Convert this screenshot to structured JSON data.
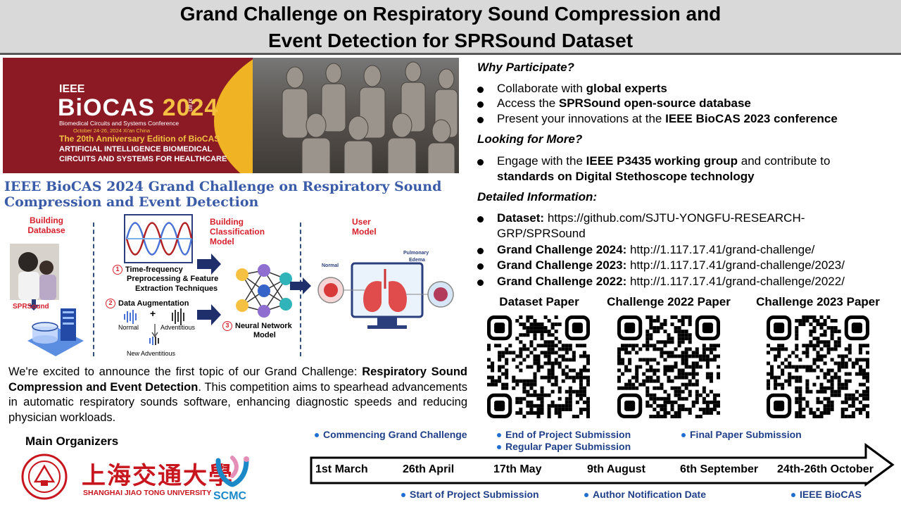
{
  "header": {
    "line1": "Grand Challenge on Respiratory Sound Compression and",
    "line2": "Event Detection for SPRSound Dataset"
  },
  "banner": {
    "ieee": "IEEE",
    "biocas": "BiOCAS",
    "year": "2024",
    "xian": "xi'an",
    "conference": "Biomedical Circuits and Systems Conference",
    "dates": "October 24-26, 2024   Xi'an China",
    "anniversary": "The 20th Anniversary Edition of BioCAS",
    "theme_line1": "ARTIFICIAL INTELLIGENCE BIOMEDICAL",
    "theme_line2": "CIRCUITS AND SYSTEMS FOR HEALTHCARE"
  },
  "figure": {
    "title_line1": "IEEE BioCAS 2024 Grand Challenge on Respiratory Sound",
    "title_line2": "Compression and Event Detection",
    "building_database": "Building\nDatabase",
    "sprsound": "SPRSound",
    "step1_line1": "Time-frequency",
    "step1_line2": "Preprocessing & Feature",
    "step1_line3": "Extraction Techniques",
    "step2": "Data Augmentation",
    "normal": "Normal",
    "adventitious": "Adventitious",
    "new_adventitious": "New Adventitious",
    "building_classification": "Building\nClassification\nModel",
    "step3_line1": "Neural Network",
    "step3_line2": "Model",
    "user_model": "User\nModel",
    "lung_normal": "Normal",
    "lung_pulmonary": "Pulmonary",
    "lung_edema": "Edema",
    "n1": "1",
    "n2": "2",
    "n3": "3",
    "plus": "+"
  },
  "announcement": {
    "part1": "We're excited to announce the first topic of our Grand Challenge: ",
    "bold": "Respiratory Sound Compression and Event Detection",
    "part2": ". This competition aims to spearhead advancements in automatic respiratory sounds software, enhancing diagnostic speeds and reducing physician workloads."
  },
  "organizers": {
    "heading": "Main Organizers",
    "sjtu_cn": "上海交通大學",
    "sjtu_en": "SHANGHAI JIAO TONG UNIVERSITY",
    "scmc": "SCMC"
  },
  "why": {
    "heading": "Why Participate?",
    "items": [
      {
        "pre": "Collaborate with ",
        "bold": "global experts",
        "post": ""
      },
      {
        "pre": "Access the ",
        "bold": "SPRSound open-source database",
        "post": ""
      },
      {
        "pre": "Present your innovations at the ",
        "bold": "IEEE BioCAS 2023 conference",
        "post": ""
      }
    ]
  },
  "more": {
    "heading": "Looking for More?",
    "pre": "Engage with the ",
    "bold1": "IEEE P3435 working group",
    "mid": " and contribute to",
    "bold2": "standards on Digital Stethoscope technology"
  },
  "details": {
    "heading": "Detailed Information:",
    "items": [
      {
        "label": "Dataset:",
        "url": " https://github.com/SJTU-YONGFU-RESEARCH-",
        "url2": "GRP/SPRSound"
      },
      {
        "label": "Grand Challenge 2024:",
        "url": " http://1.117.17.41/grand-challenge/"
      },
      {
        "label": "Grand Challenge 2023:",
        "url": " http://1.117.17.41/grand-challenge/2023/"
      },
      {
        "label": "Grand Challenge 2022:",
        "url": " http://1.117.17.41/grand-challenge/2022/"
      }
    ]
  },
  "qr": {
    "labels": [
      "Dataset Paper",
      "Challenge 2022 Paper",
      "Challenge 2023 Paper"
    ]
  },
  "timeline": {
    "top": [
      "Commencing Grand Challenge",
      "End of Project Submission",
      "Regular Paper Submission",
      "Final Paper Submission"
    ],
    "dates": [
      "1st March",
      "26th April",
      "17th May",
      "9th August",
      "6th September",
      "24th-26th October"
    ],
    "bottom": [
      "Start of Project Submission",
      "Author Notification Date",
      "IEEE BioCAS"
    ]
  },
  "colors": {
    "banner_red": "#8b1a24",
    "banner_gold": "#f0b323",
    "figure_title_blue": "#3a5ba8",
    "timeline_blue": "#1f3f88",
    "sjtu_red": "#c8161e"
  }
}
